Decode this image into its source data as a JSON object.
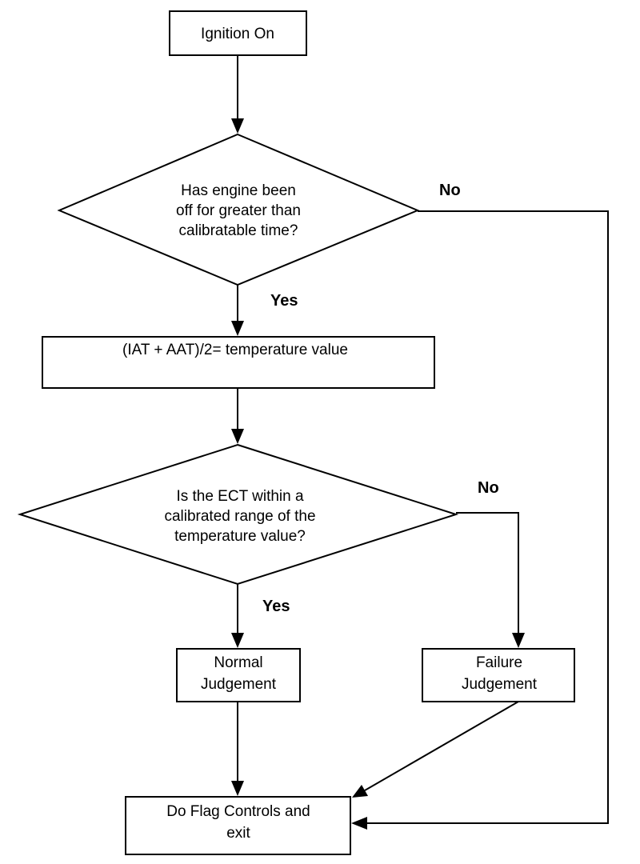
{
  "nodes": {
    "ignition_on": "Ignition On",
    "engine_off_q": [
      "Has engine been",
      "off for greater than",
      "calibratable time?"
    ],
    "temp_calc": "(IAT + AAT)/2= temperature value",
    "ect_q": [
      "Is the ECT within a",
      "calibrated range of the",
      "temperature value?"
    ],
    "normal": [
      "Normal",
      "Judgement"
    ],
    "failure": [
      "Failure",
      "Judgement"
    ],
    "flag_controls": [
      "Do Flag Controls and",
      "exit"
    ]
  },
  "edge_labels": {
    "engine_off_no": "No",
    "engine_off_yes": "Yes",
    "ect_no": "No",
    "ect_yes": "Yes"
  }
}
